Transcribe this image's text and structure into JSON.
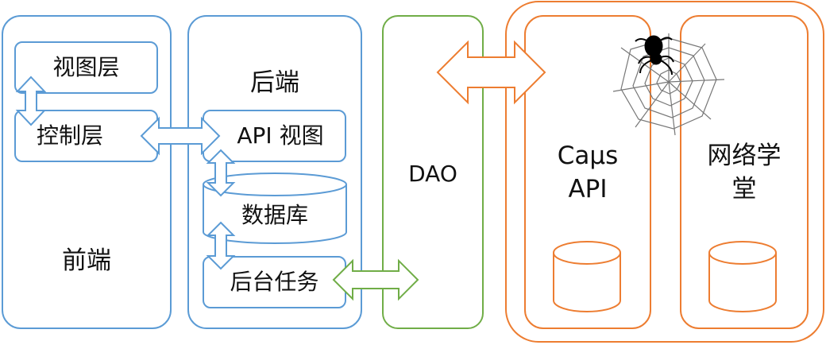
{
  "frontend": {
    "title": "前端",
    "view_layer": "视图层",
    "control_layer": "控制层"
  },
  "backend": {
    "title": "后端",
    "api_view": "API 视图",
    "database": "数据库",
    "background_tasks": "后台任务"
  },
  "dao": {
    "label": "DAO"
  },
  "external": {
    "caus_api": "Caμs\nAPI",
    "wangluo": "网络学\n堂"
  },
  "colors": {
    "frontend_backend_border": "#5b9bd5",
    "dao_border": "#70ad47",
    "external_border": "#ed7d31"
  }
}
